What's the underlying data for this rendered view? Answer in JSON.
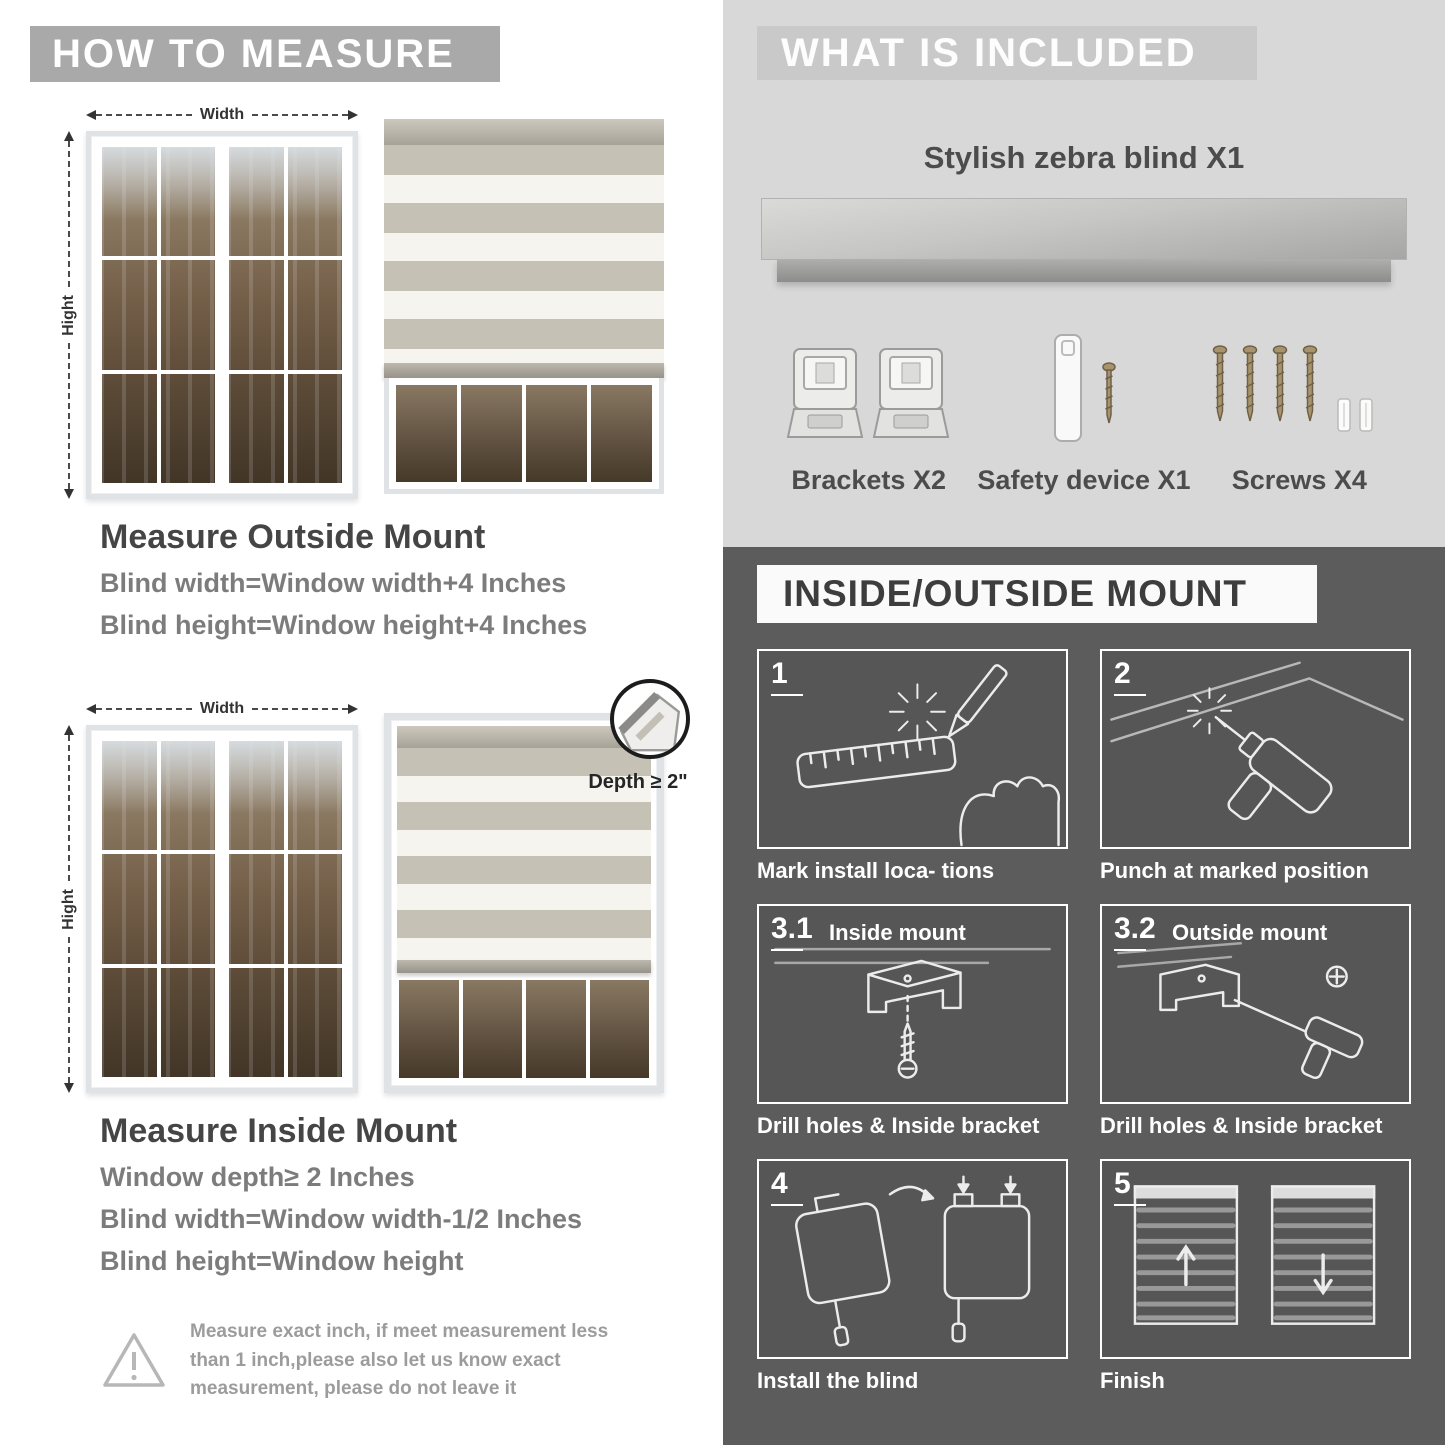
{
  "colors": {
    "banner_gray": "#a9a9a9",
    "included_bg": "#d8d8d8",
    "included_banner": "#c9c9c9",
    "mount_bg": "#5c5c5c",
    "heading_dark": "#454545",
    "body_gray": "#7c7c7c"
  },
  "left": {
    "header": "HOW TO MEASURE",
    "outside": {
      "width_label": "Width",
      "height_label": "Hight",
      "title": "Measure Outside Mount",
      "line1": "Blind width=Window width+4 Inches",
      "line2": "Blind height=Window height+4 Inches"
    },
    "inside": {
      "width_label": "Width",
      "height_label": "Hight",
      "depth_label": "Depth ≥ 2\"",
      "title": "Measure Inside Mount",
      "line1": "Window depth≥ 2 Inches",
      "line2": "Blind width=Window width-1/2 Inches",
      "line3": "Blind height=Window height"
    },
    "warning": "Measure exact inch, if meet measurement less than 1 inch,please also let us know exact measurement, please do not leave it"
  },
  "right": {
    "included": {
      "header": "WHAT IS INCLUDED",
      "blind_label": "Stylish zebra blind X1",
      "items": [
        {
          "label": "Brackets X2"
        },
        {
          "label": "Safety device X1"
        },
        {
          "label": "Screws X4"
        }
      ]
    },
    "mount": {
      "header": "INSIDE/OUTSIDE MOUNT",
      "steps": [
        {
          "num": "1",
          "inner_label": "",
          "caption": "Mark install loca- tions"
        },
        {
          "num": "2",
          "inner_label": "",
          "caption": "Punch at  marked position"
        },
        {
          "num": "3.1",
          "inner_label": "Inside mount",
          "caption": "Drill holes &  Inside bracket"
        },
        {
          "num": "3.2",
          "inner_label": "Outside mount",
          "caption": "Drill holes &  Inside bracket"
        },
        {
          "num": "4",
          "inner_label": "",
          "caption": "Install the blind"
        },
        {
          "num": "5",
          "inner_label": "",
          "caption": "Finish"
        }
      ]
    }
  }
}
